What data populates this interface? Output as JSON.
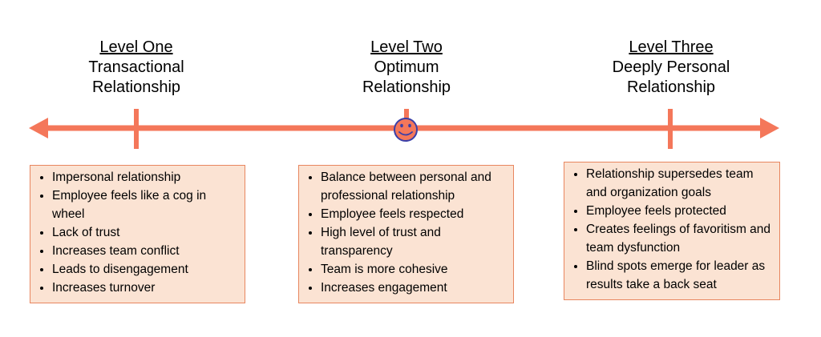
{
  "levels": [
    {
      "name": "Level One",
      "description_line1": "Transactional",
      "description_line2": "Relationship",
      "bullets": [
        "Impersonal relationship",
        "Employee feels like a cog in wheel",
        "Lack of trust",
        "Increases team conflict",
        "Leads to disengagement",
        "Increases turnover"
      ]
    },
    {
      "name": "Level Two",
      "description_line1": "Optimum",
      "description_line2": "Relationship",
      "bullets": [
        "Balance between personal and professional relationship",
        "Employee feels respected",
        "High level of trust and transparency",
        "Team is more cohesive",
        "Increases engagement"
      ]
    },
    {
      "name": "Level Three",
      "description_line1": "Deeply Personal",
      "description_line2": "Relationship",
      "bullets": [
        "Relationship supersedes team and organization goals",
        "Employee feels protected",
        "Creates feelings of favoritism and team dysfunction",
        "Blind spots emerge for leader as results take a back seat"
      ]
    }
  ],
  "colors": {
    "axis": "#f4775a",
    "box_fill": "#fbe3d3",
    "box_border": "#e8865f",
    "smiley_fill": "#f4775a",
    "smiley_outline": "#3a3fa8"
  },
  "icons": {
    "marker_level_two": "smiley-face-icon"
  }
}
